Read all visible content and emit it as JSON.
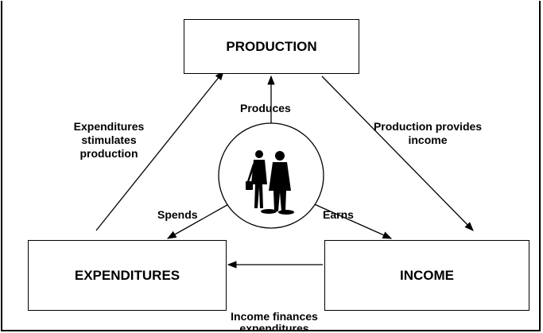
{
  "nodes": {
    "production": "PRODUCTION",
    "expenditures": "EXPENDITURES",
    "income": "INCOME"
  },
  "edges": {
    "produces": "Produces",
    "spends": "Spends",
    "earns": "Earns",
    "expenditures_stimulates": "Expenditures\nstimulates\nproduction",
    "production_provides": "Production provides\nincome",
    "income_finances": "Income finances\nexpenditures"
  },
  "center_image": {
    "icon": "business-people-walking-icon"
  },
  "colors": {
    "line": "#000000",
    "background": "#ffffff"
  }
}
